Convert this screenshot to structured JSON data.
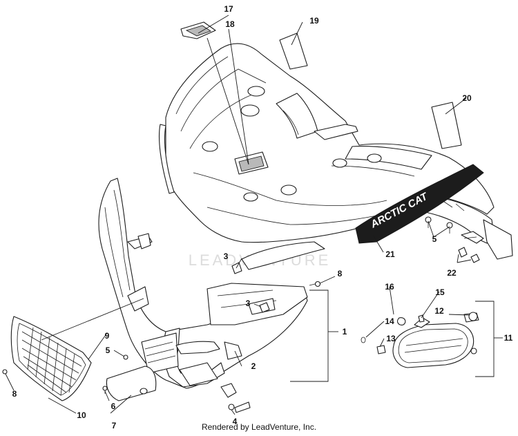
{
  "watermark": "LEADVENTURE",
  "decal_text": "ARCTIC CAT",
  "footer": "Rendered by LeadVenture, Inc.",
  "callouts": {
    "c17": "17",
    "c18": "18",
    "c19": "19",
    "c20": "20",
    "c21": "21",
    "c22": "22",
    "c5_right": "5",
    "c3_top": "3",
    "c3_mid": "3",
    "c8_top": "8",
    "c1": "1",
    "c2": "2",
    "c9": "9",
    "c5_left": "5",
    "c6": "6",
    "c7": "7",
    "c8_left": "8",
    "c10": "10",
    "c4": "4",
    "c16": "16",
    "c15": "15",
    "c12": "12",
    "c14": "14",
    "c13": "13",
    "c11": "11"
  },
  "colors": {
    "ink": "#1a1a1a",
    "watermark": "#dcdcdc"
  }
}
